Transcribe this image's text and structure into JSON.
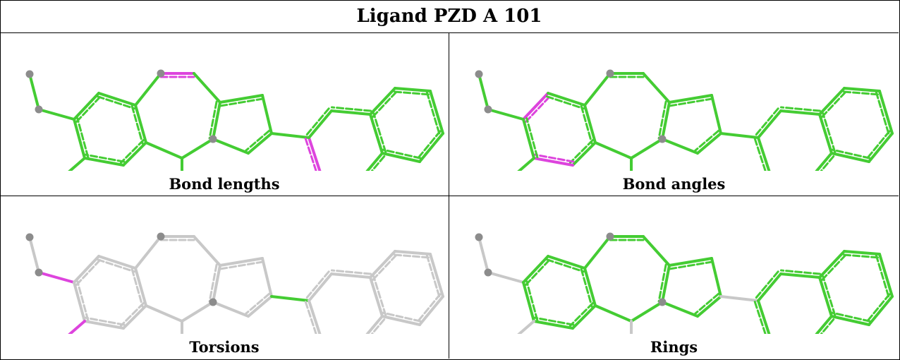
{
  "title": "Ligand PZD A 101",
  "colors": {
    "ok": "#44cc33",
    "bad": "#dd44dd",
    "neutral": "#c8c8c8",
    "atom": "#8c8c8c"
  },
  "panels": [
    {
      "caption": "Bond lengths",
      "default": "ok",
      "highlights": {
        "b3": "bad",
        "b23": "bad"
      },
      "neutral": []
    },
    {
      "caption": "Bond angles",
      "default": "ok",
      "highlights": {
        "b7": "bad",
        "b8": "bad",
        "b32": "bad"
      },
      "neutral": []
    },
    {
      "caption": "Torsions",
      "default": "neutral",
      "highlights": {
        "b6": "bad",
        "b33": "bad",
        "b22": "ok"
      },
      "neutral": []
    },
    {
      "caption": "Rings",
      "default": "ok",
      "highlights": {},
      "neutral": [
        "b0",
        "b6",
        "b22",
        "b30",
        "b31",
        "b32",
        "b33",
        "b34"
      ]
    }
  ]
}
